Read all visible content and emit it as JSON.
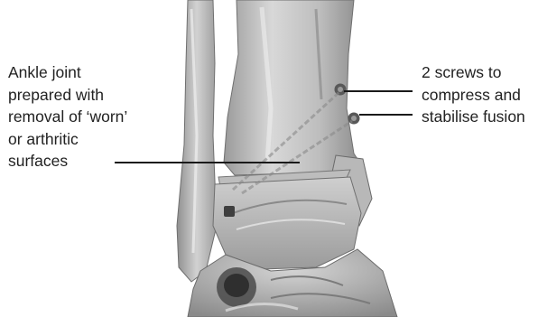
{
  "diagram": {
    "left_label_lines": [
      "Ankle joint",
      "prepared with",
      "removal of ‘worn’",
      "or arthritic",
      "surfaces"
    ],
    "right_label_lines": [
      "2 screws to",
      "compress and",
      "stabilise fusion"
    ]
  },
  "colors": {
    "bone_light": "#d9d9d9",
    "bone_mid": "#a6a6a6",
    "bone_dark": "#5e5e5e",
    "text": "#222222",
    "leader_line": "#1a1a1a"
  }
}
